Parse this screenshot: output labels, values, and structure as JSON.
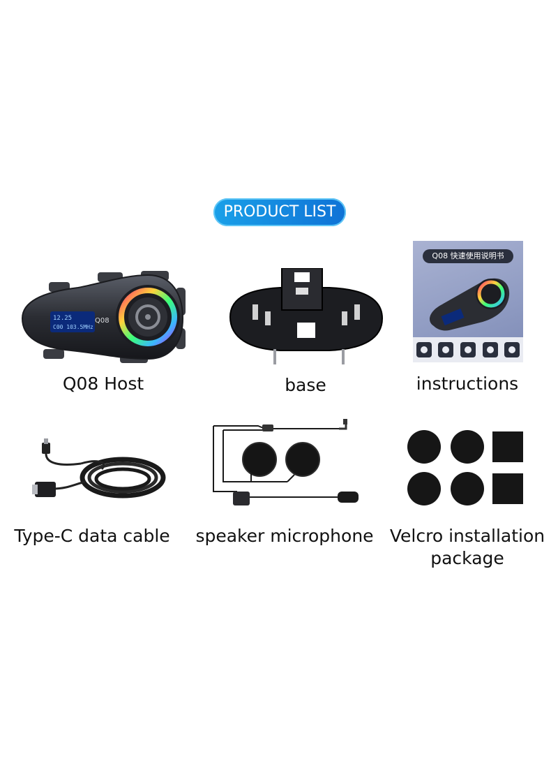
{
  "header": {
    "title": "PRODUCT LIST"
  },
  "items": [
    {
      "label": "Q08 Host",
      "icon": "bluetooth-intercom-icon",
      "screen_line1": "12.25",
      "screen_line2": "C00 103.5MHz",
      "model": "Q08"
    },
    {
      "label": "base",
      "icon": "mounting-base-icon"
    },
    {
      "label": "instructions",
      "icon": "instruction-manual-icon",
      "manual_title": "Q08 快速使用说明书"
    },
    {
      "label": "Type-C data cable",
      "icon": "usb-cable-icon"
    },
    {
      "label": "speaker microphone",
      "icon": "speaker-microphone-icon"
    },
    {
      "label": "Velcro installation",
      "label_line2": "package",
      "icon": "velcro-pads-icon"
    }
  ],
  "colors": {
    "badge_start": "#1aa0e8",
    "badge_end": "#0f72d6",
    "device_body": "#2b2d33"
  }
}
